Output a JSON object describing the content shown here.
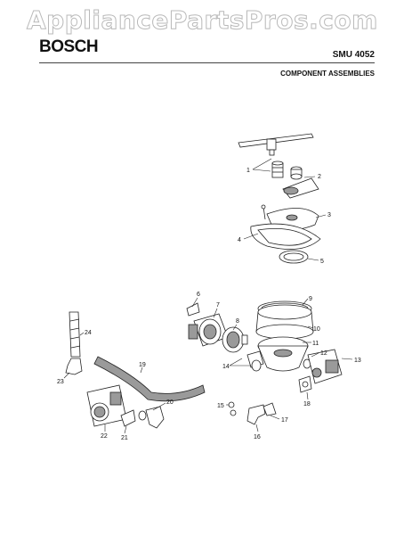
{
  "watermark": "AppliancePartsPros.com",
  "header": {
    "brand": "BOSCH",
    "model": "SMU 4052",
    "section": "COMPONENT ASSEMBLIES"
  },
  "callouts": [
    "1",
    "2",
    "3",
    "4",
    "5",
    "6",
    "7",
    "8",
    "9",
    "10",
    "11",
    "12",
    "13",
    "14",
    "15",
    "16",
    "17",
    "18",
    "19",
    "20",
    "21",
    "22",
    "23",
    "24"
  ]
}
